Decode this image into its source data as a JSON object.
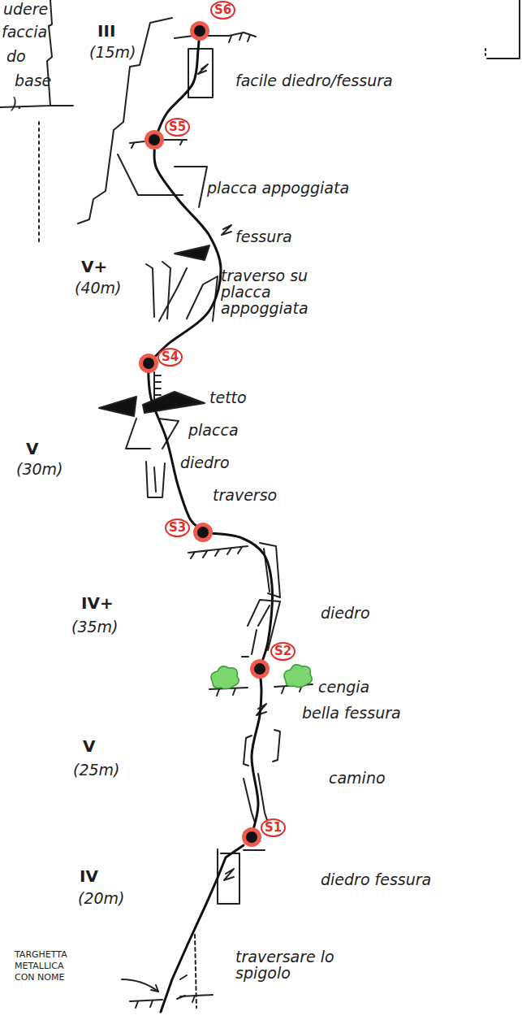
{
  "diagram": {
    "nodes": [
      {
        "text": [
          "S1"
        ]
      },
      {
        "text": [
          "S2"
        ]
      },
      {
        "text": [
          "S3"
        ]
      },
      {
        "text": [
          "S4"
        ]
      },
      {
        "text": [
          "S5"
        ]
      },
      {
        "text": [
          "S6"
        ]
      }
    ],
    "edges": [
      {
        "from": 0,
        "to": 1,
        "arrow": "none"
      },
      {
        "from": 1,
        "to": 2,
        "arrow": "none"
      },
      {
        "from": 2,
        "to": 3,
        "arrow": "none"
      },
      {
        "from": 3,
        "to": 4,
        "arrow": "none"
      },
      {
        "from": 4,
        "to": 5,
        "arrow": "none"
      }
    ],
    "labels": [
      "udere",
      "faccia",
      "do",
      "base",
      ").",
      "III",
      "(15m)",
      "facile diedro/fessura",
      "placca appoggiata",
      "fessura",
      "V+",
      "(40m)",
      "traverso su placca appoggiata",
      "tetto",
      "V",
      "(30m)",
      "placca",
      "diedro",
      "traverso",
      "IV+",
      "(35m)",
      "diedro",
      "cengia",
      "bella fessura",
      "V",
      "(25m)",
      "camino",
      "IV",
      "(20m)",
      "diedro fessura",
      "TARGHETTA METALLICA CON NOME",
      "traversare lo spigolo"
    ]
  }
}
